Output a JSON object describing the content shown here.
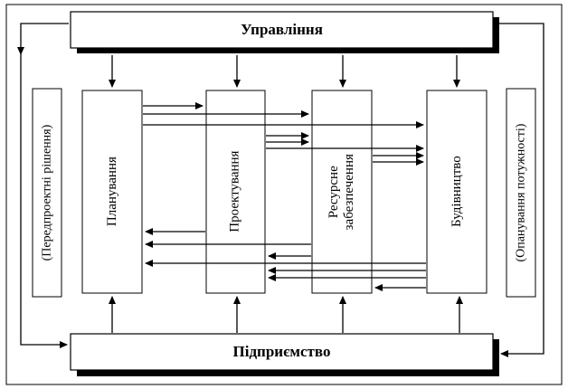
{
  "top_bar": {
    "label": "Управління"
  },
  "bottom_bar": {
    "label": "Підприємство"
  },
  "stages": [
    {
      "key": "planning",
      "line1": "Планування",
      "line2": ""
    },
    {
      "key": "design",
      "line1": "Проектування",
      "line2": ""
    },
    {
      "key": "resource",
      "line1": "Ресурсне",
      "line2": "забезпечення"
    },
    {
      "key": "construction",
      "line1": "Будівництво",
      "line2": ""
    }
  ],
  "side_labels": {
    "left": "(Передпроектні рішення)",
    "right": "(Опанування потужності)"
  },
  "colors": {
    "line": "#000000",
    "shadow": "#000000",
    "background": "#ffffff"
  }
}
